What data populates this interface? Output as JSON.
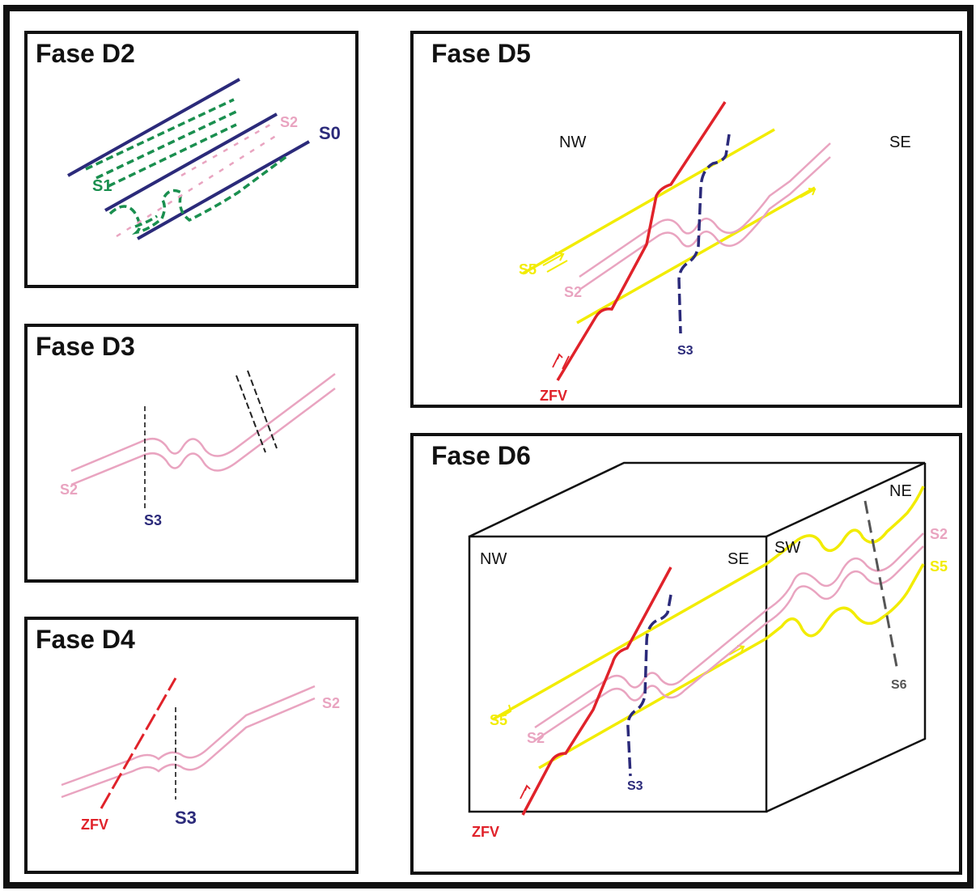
{
  "colors": {
    "border": "#111111",
    "s0": "#2b2a7a",
    "s1": "#1a8f4f",
    "s2": "#e9a4c0",
    "s3": "#2b2a7a",
    "zfv": "#e0222a",
    "yellow": "#f2ec00",
    "gray_dash": "#555555"
  },
  "panels": {
    "d2": {
      "title": "Fase D2",
      "labels": {
        "s0": "S0",
        "s1": "S1",
        "s2": "S2"
      }
    },
    "d3": {
      "title": "Fase D3",
      "labels": {
        "s2": "S2",
        "s3": "S3"
      }
    },
    "d4": {
      "title": "Fase D4",
      "labels": {
        "zfv": "ZFV",
        "s3": "S3",
        "s2": "S2"
      }
    },
    "d5": {
      "title": "Fase D5",
      "labels": {
        "nw": "NW",
        "se": "SE",
        "zfv": "ZFV",
        "s3": "S3",
        "s2": "S2",
        "s5": "S5"
      }
    },
    "d6": {
      "title": "Fase D6",
      "labels": {
        "nw": "NW",
        "se": "SE",
        "sw": "SW",
        "ne": "NE",
        "zfv": "ZFV",
        "s3": "S3",
        "s2": "S2",
        "s5": "S5",
        "s2_side": "S2",
        "s5_side": "S5",
        "s6": "S6"
      }
    }
  }
}
